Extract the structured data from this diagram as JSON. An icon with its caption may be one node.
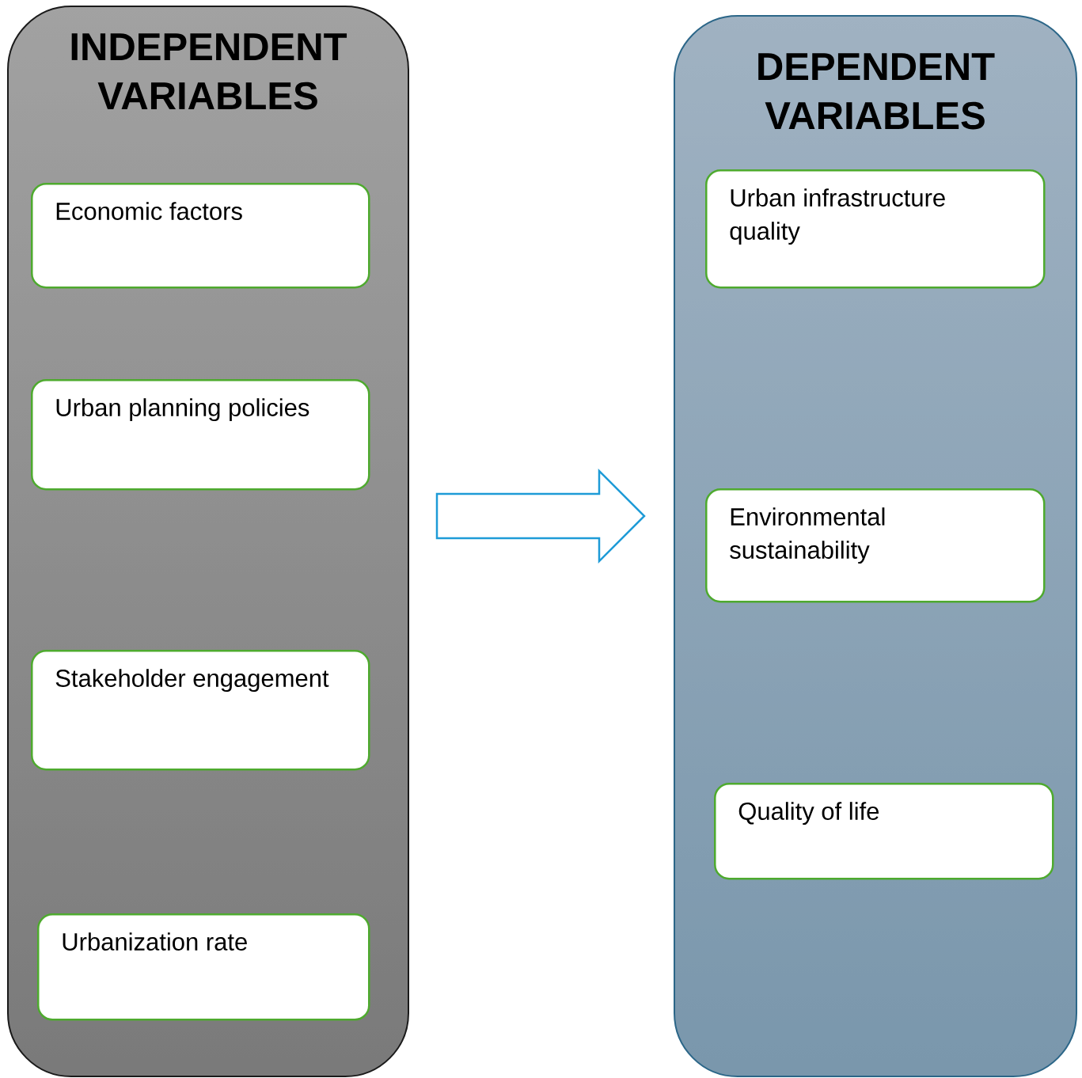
{
  "diagram": {
    "nodes": [
      {
        "text": [
          "INDEPENDENT VARIABLES"
        ]
      },
      {
        "text": [
          "Economic factors"
        ],
        "in": 0
      },
      {
        "text": [
          "Urban planning policies"
        ],
        "in": 0
      },
      {
        "text": [
          "Stakeholder engagement"
        ],
        "in": 0
      },
      {
        "text": [
          "Urbanization rate"
        ],
        "in": 0
      },
      {
        "text": [
          "DEPENDENT VARIABLES"
        ]
      },
      {
        "text": [
          "Urban infrastructure quality"
        ],
        "in": 5
      },
      {
        "text": [
          "Environmental sustainability"
        ],
        "in": 5
      },
      {
        "text": [
          "Quality of life"
        ],
        "in": 5
      }
    ],
    "edges": [
      {
        "from": 0,
        "to": 5,
        "arrow": "to"
      }
    ]
  }
}
